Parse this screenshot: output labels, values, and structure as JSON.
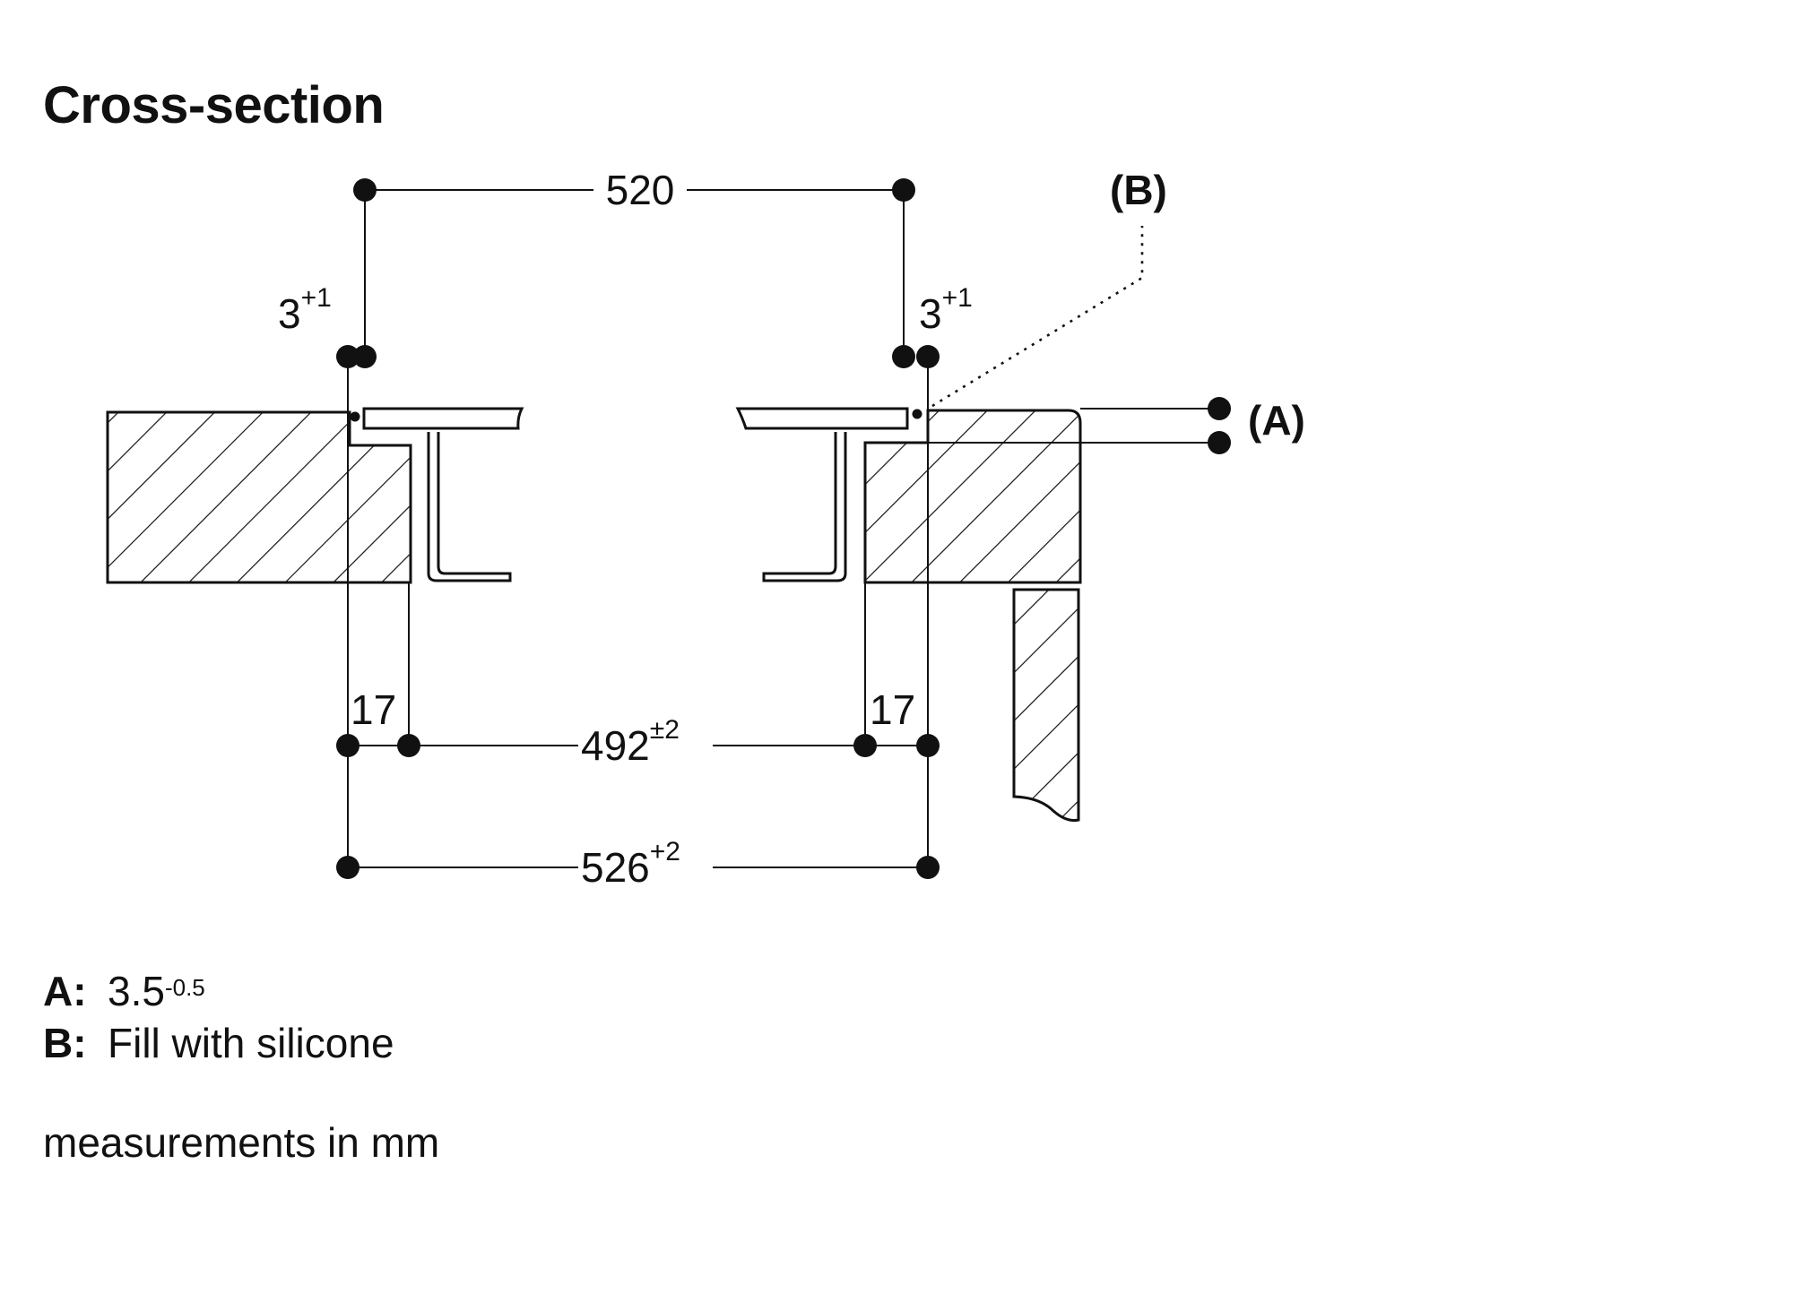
{
  "title": "Cross-section",
  "dimensions": {
    "top_width": "520",
    "gap_left_base": "3",
    "gap_left_sup": "+1",
    "gap_right_base": "3",
    "gap_right_sup": "+1",
    "ledge_left": "17",
    "ledge_right": "17",
    "cutout_base": "492",
    "cutout_sup": "±2",
    "outer_base": "526",
    "outer_sup": "+2",
    "label_a": "(A)",
    "label_b": "(B)"
  },
  "legend": {
    "a_key": "A:",
    "a_value_base": "3.5",
    "a_value_sup": "-0.5",
    "b_key": "B:",
    "b_value": "Fill with silicone"
  },
  "units_note": "measurements in mm",
  "colors": {
    "ink": "#111111",
    "background": "#ffffff"
  }
}
